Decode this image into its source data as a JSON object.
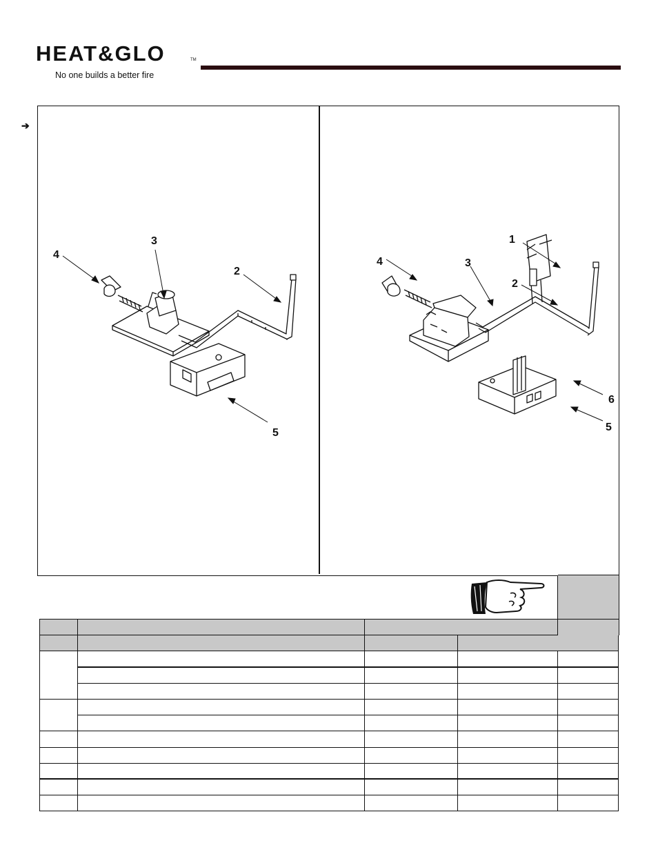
{
  "brand": {
    "name": "HEAT&GLO",
    "trademark": "TM",
    "tagline": "No one builds a better fire",
    "rule_color": "#2b0d10"
  },
  "marker": {
    "glyph": "➔"
  },
  "figures": {
    "left": {
      "callouts": [
        "2",
        "3",
        "4",
        "5"
      ]
    },
    "right": {
      "callouts": [
        "1",
        "2",
        "3",
        "4",
        "5",
        "6"
      ]
    }
  },
  "notice": {
    "icon": "pointing-hand-icon",
    "tab_color": "#c8c8c8"
  },
  "table": {
    "header_color": "#c8c8c8",
    "rows": 9
  }
}
